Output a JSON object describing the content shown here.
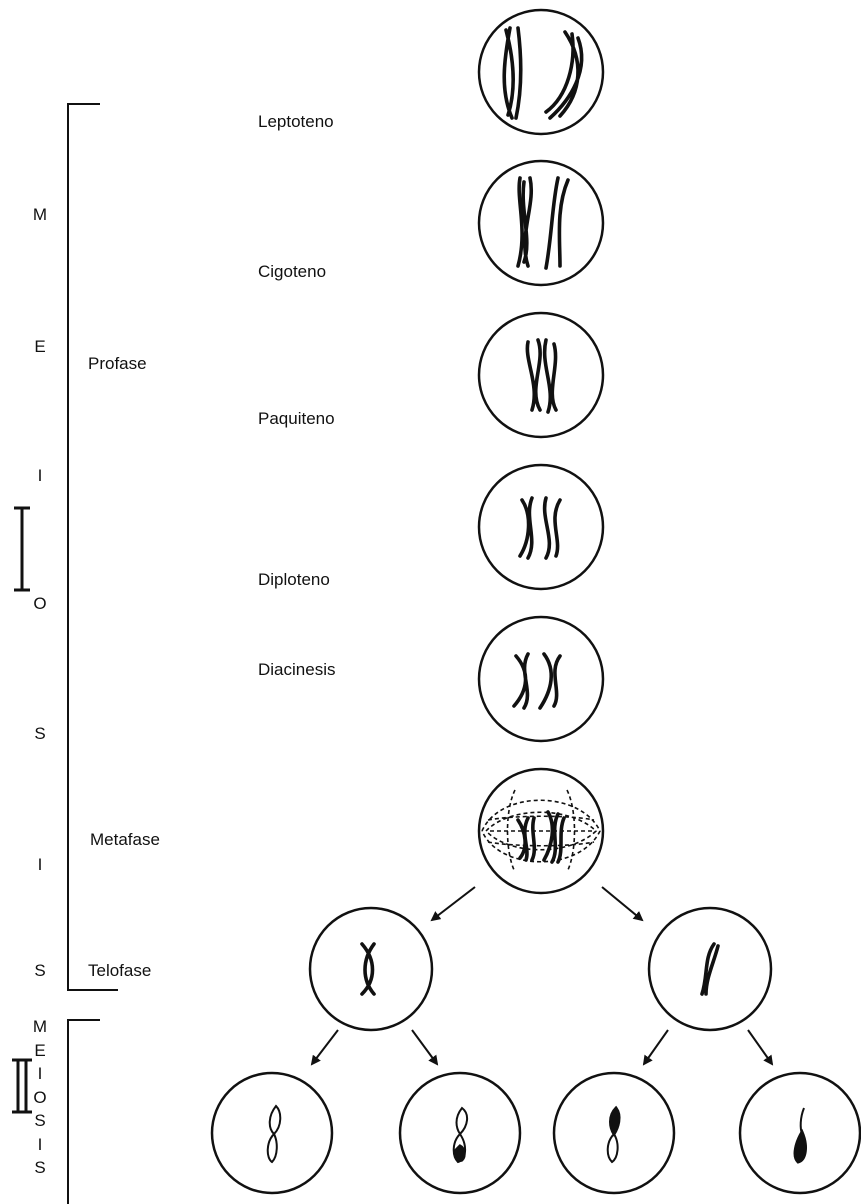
{
  "meiosis_1": {
    "letters": [
      "M",
      "E",
      "I",
      "O",
      "S",
      "I",
      "S"
    ]
  },
  "meiosis_2": {
    "letters": [
      "M",
      "E",
      "I",
      "O",
      "S",
      "I",
      "S"
    ]
  },
  "phases": {
    "profase": "Profase",
    "metafase": "Metafase",
    "telofase": "Telofase"
  },
  "substages": {
    "leptoteno": "Leptoteno",
    "cigoteno": "Cigoteno",
    "paquiteno": "Paquiteno",
    "diploteno": "Diploteno",
    "diacinesis": "Diacinesis"
  }
}
